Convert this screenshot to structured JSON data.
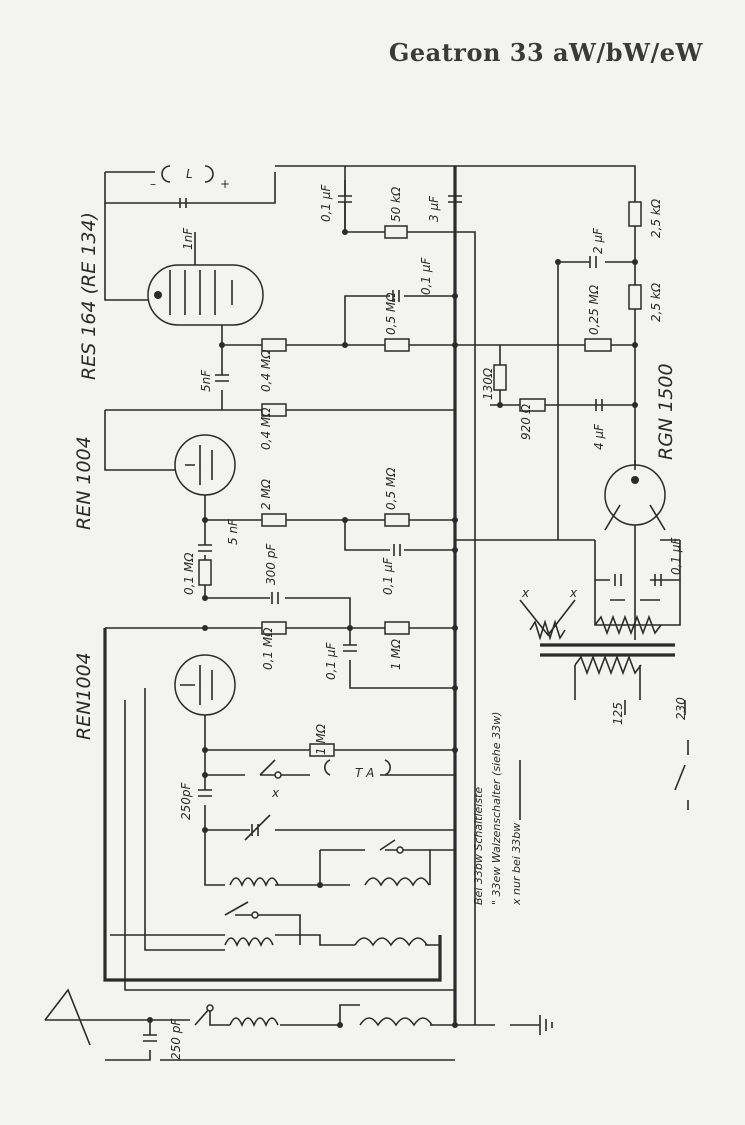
{
  "title": "Geatron 33 aW/bW/eW",
  "tubes": {
    "res164": "RES 164 (RE 134)",
    "ren1004_mid": "REN 1004",
    "ren1004_low": "REN1004",
    "rgn1500": "RGN 1500"
  },
  "battery": {
    "minus": "–",
    "plus": "+",
    "label": "L"
  },
  "labels": {
    "c_top_01uf": "0,1 µF",
    "r_50k": "50 kΩ",
    "c_3uf": "3 µF",
    "r_25k_a": "2,5 kΩ",
    "r_25k_b": "2,5 kΩ",
    "c_2uf": "2 µF",
    "c_1nf": "1nF",
    "c_01uf_b": "0,1 µF",
    "r_05m_a": "0,5 MΩ",
    "r_025m": "0,25 MΩ",
    "c_5nf_a": "5nF",
    "r_04m_a": "0,4 MΩ",
    "r_130": "130Ω",
    "r_920": "920 Ω",
    "c_4uf": "4 µF",
    "r_04m_b": "0,4 MΩ",
    "r_2m": "2 MΩ",
    "r_05m_b": "0,5 MΩ",
    "c_5nf_b": "5 nF",
    "r_01m_a": "0,1 MΩ",
    "c_01uf_c": "0,1 µF",
    "c_01uf_d": "0,1 µF",
    "c_300pf": "300 pF",
    "r_01m_b": "0,1 MΩ",
    "c_01uf_e": "0,1 µF",
    "r_1m_a": "1 MΩ",
    "r_1m_b": "1 MΩ",
    "ta": "T A",
    "x_sw": "x",
    "c_250pf_a": "250pF",
    "c_250pf_b": "250 pF",
    "v125": "125",
    "v230": "230",
    "x1": "x",
    "x2": "x"
  },
  "notes": {
    "line1": "Bei 33bw Schaltleiste",
    "line2": "\" 33ew Walzenschalter (siehe 33w)",
    "line3": "x nur bei 33bw"
  }
}
